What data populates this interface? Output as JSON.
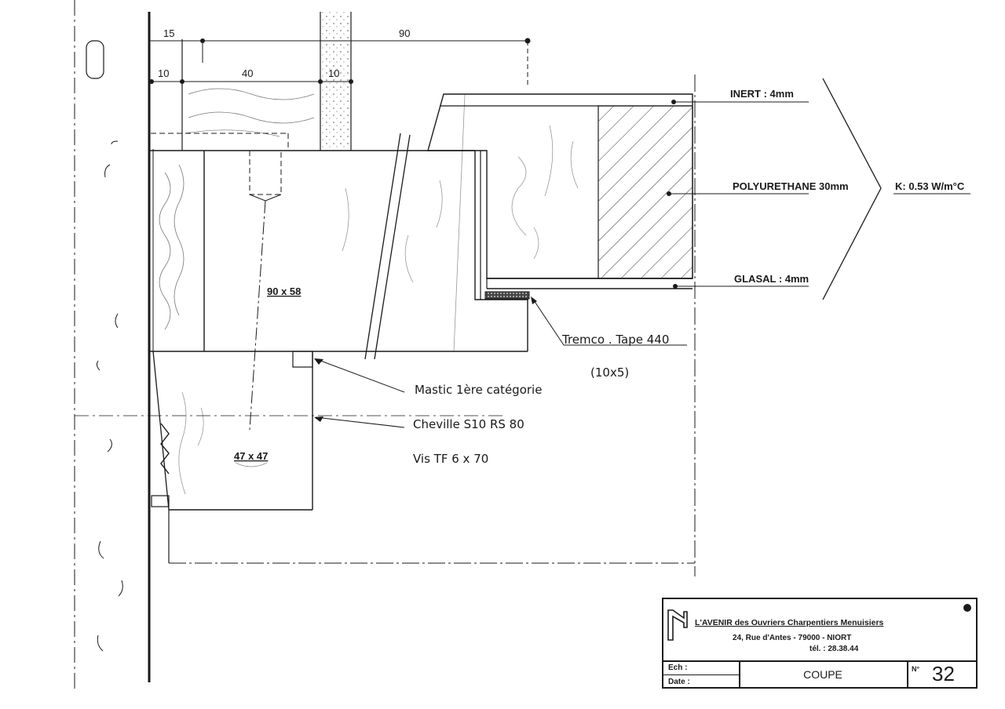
{
  "drawing": {
    "dimensions": {
      "d15": "15",
      "d90": "90",
      "d10a": "10",
      "d40": "40",
      "d10b": "10"
    },
    "section_labels": {
      "rail": "90 x 58",
      "stop": "47 x 47"
    },
    "layers": {
      "inert": "INERT : 4mm",
      "polyurethane": "POLYURETHANE  30mm",
      "glasal": "GLASAL : 4mm",
      "k_value": "K: 0.53 W/m°C"
    },
    "annotations": {
      "tremco": "Tremco . Tape 440",
      "tremco_size": "(10x5)",
      "mastic": "Mastic 1ère catégorie",
      "cheville": "Cheville S10 RS 80",
      "vis": "Vis TF 6 x 70"
    }
  },
  "title_block": {
    "company": "L'AVENIR des Ouvriers Charpentiers Menuisiers",
    "address": "24, Rue d'Antes - 79000 - NIORT",
    "phone": "tél. : 28.38.44",
    "ech_label": "Ech :",
    "date_label": "Date :",
    "title": "COUPE",
    "number_label": "N°",
    "number": "32"
  }
}
